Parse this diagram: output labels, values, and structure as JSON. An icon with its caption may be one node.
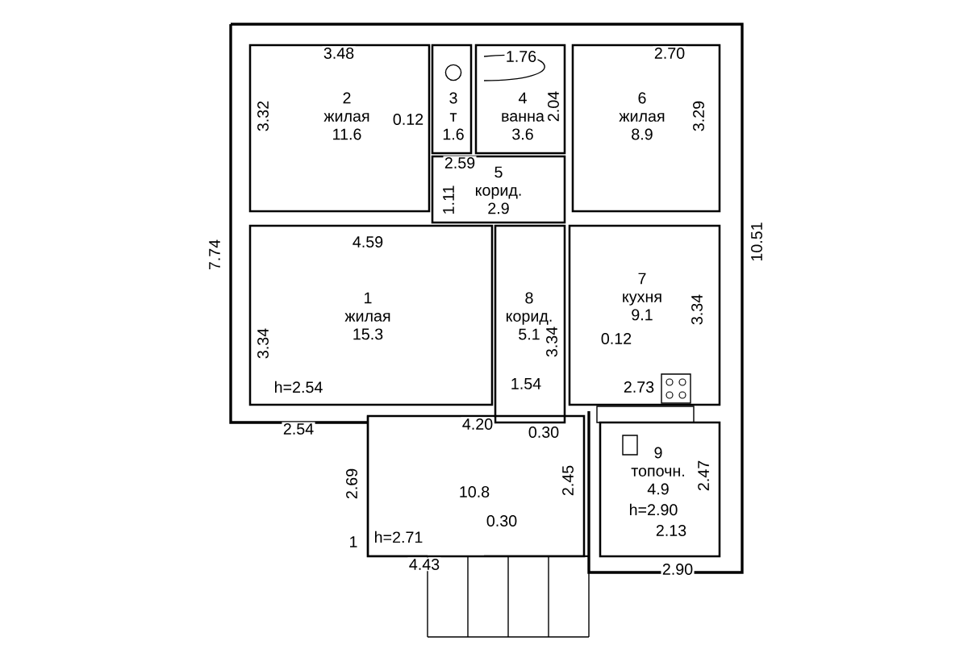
{
  "diagram": {
    "nodes": [
      {
        "text": [
          "2",
          "жилая",
          "11.6"
        ]
      },
      {
        "text": [
          "3",
          "т",
          "1.6"
        ]
      },
      {
        "text": [
          "4",
          "ванна",
          "3.6"
        ]
      },
      {
        "text": [
          "5",
          "корид.",
          "2.9"
        ]
      },
      {
        "text": [
          "6",
          "жилая",
          "8.9"
        ]
      },
      {
        "text": [
          "1",
          "жилая",
          "15.3"
        ]
      },
      {
        "text": [
          "8",
          "корид.",
          "5.1"
        ]
      },
      {
        "text": [
          "7",
          "кухня",
          "9.1"
        ]
      },
      {
        "text": [
          "10.8"
        ]
      },
      {
        "text": [
          "9",
          "топочн.",
          "4.9"
        ]
      }
    ],
    "labels": [
      "3.48",
      "1.76",
      "2.70",
      "3.32",
      "0.12",
      "2.04",
      "3.29",
      "2.59",
      "1.11",
      "7.74",
      "10.51",
      "4.59",
      "3.34",
      "3.34",
      "0.12",
      "3.34",
      "h=2.54",
      "1.54",
      "2.73",
      "2.54",
      "4.20",
      "0.30",
      "2.69",
      "2.45",
      "2.47",
      "h=2.90",
      "2.13",
      "1",
      "h=2.71",
      "0.30",
      "4.43",
      "2.90"
    ]
  }
}
